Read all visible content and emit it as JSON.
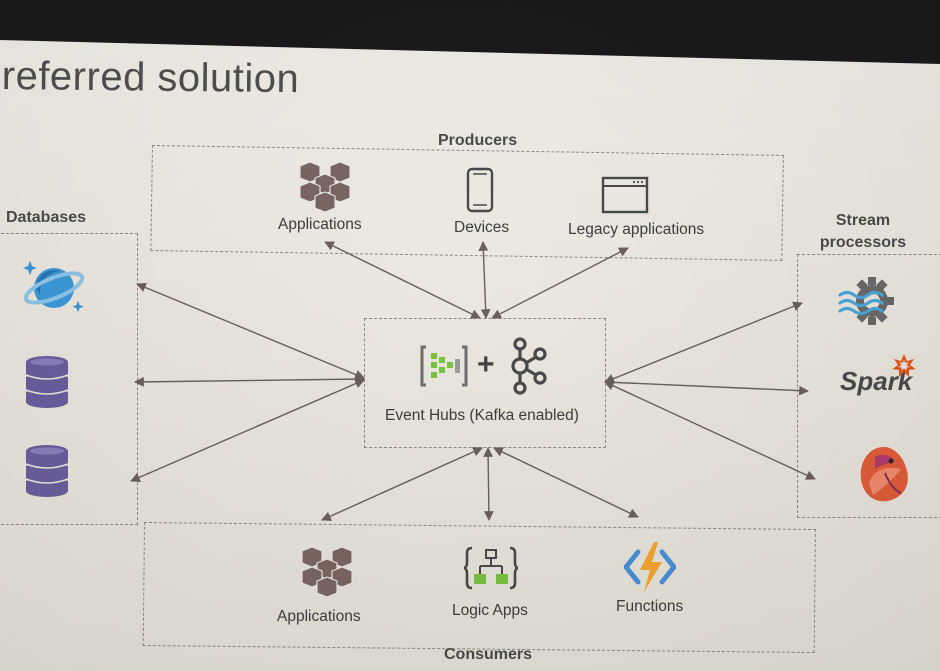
{
  "title": "referred solution",
  "groups": {
    "producers": "Producers",
    "databases": "Databases",
    "stream_processors": "Stream processors",
    "consumers": "Consumers"
  },
  "producers": {
    "applications": "Applications",
    "devices": "Devices",
    "legacy": "Legacy applications"
  },
  "center": {
    "label": "Event Hubs (Kafka enabled)",
    "plus": "+"
  },
  "stream": {
    "spark": "Spark"
  },
  "consumers": {
    "applications": "Applications",
    "logic_apps": "Logic Apps",
    "functions": "Functions"
  },
  "colors": {
    "box_dash": "#8e8b84",
    "arrow": "#6a5f5a",
    "cube": "#7a6661",
    "db_purple": "#6a5f9e",
    "spark_orange": "#e25a1c",
    "event_hub_green": "#7ac143"
  },
  "icons": [
    "cube-cluster-icon",
    "phone-icon",
    "window-icon",
    "cosmos-db-icon",
    "database-icon",
    "stream-analytics-icon",
    "spark-logo-icon",
    "flink-logo-icon",
    "event-hubs-icon",
    "kafka-icon",
    "logic-apps-icon",
    "azure-functions-icon"
  ]
}
